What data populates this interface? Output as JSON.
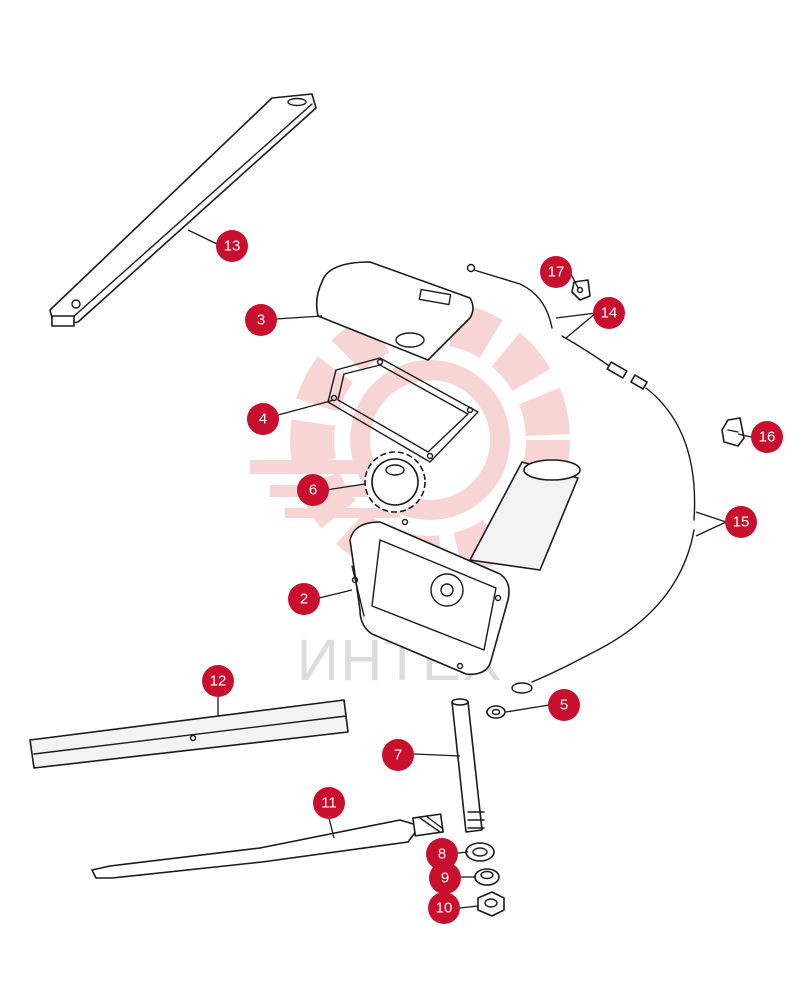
{
  "watermark": {
    "text": "ИНТЕХ",
    "color": "#f2b9b9"
  },
  "callout_color": "#c8102e",
  "callouts": [
    {
      "label": "13"
    },
    {
      "label": "3"
    },
    {
      "label": "4"
    },
    {
      "label": "6"
    },
    {
      "label": "2"
    },
    {
      "label": "17"
    },
    {
      "label": "14"
    },
    {
      "label": "16"
    },
    {
      "label": "15"
    },
    {
      "label": "5"
    },
    {
      "label": "12"
    },
    {
      "label": "7"
    },
    {
      "label": "11"
    },
    {
      "label": "8"
    },
    {
      "label": "9"
    },
    {
      "label": "10"
    }
  ]
}
